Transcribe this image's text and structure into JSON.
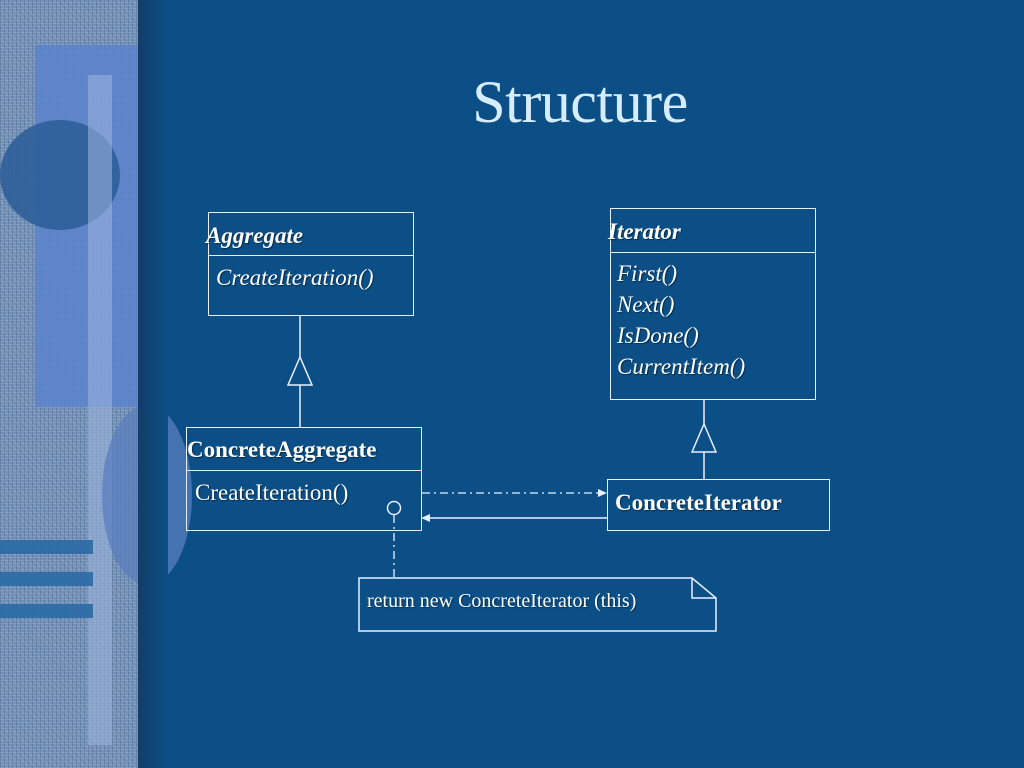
{
  "slide": {
    "title": "Structure"
  },
  "diagram": {
    "aggregate": {
      "name": "Aggregate",
      "operations": [
        "CreateIteration()"
      ]
    },
    "iterator": {
      "name": "Iterator",
      "operations": [
        "First()",
        "Next()",
        "IsDone()",
        "CurrentItem()"
      ]
    },
    "concrete_aggregate": {
      "name": "ConcreteAggregate",
      "operations": [
        "CreateIteration()"
      ]
    },
    "concrete_iterator": {
      "name": "ConcreteIterator"
    },
    "note": {
      "text": "return new ConcreteIterator (this)"
    }
  },
  "colors": {
    "background": "#0b4f86",
    "title": "#d6ecff",
    "lines": "#e8f0ff",
    "text": "#ffffff"
  }
}
